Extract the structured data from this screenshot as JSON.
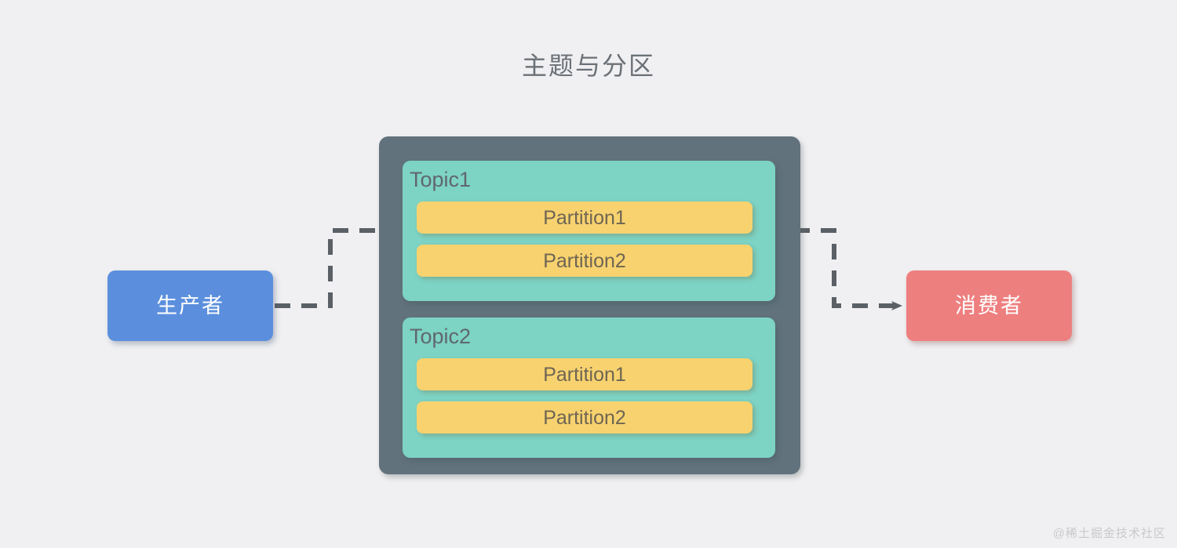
{
  "title": "主题与分区",
  "colors": {
    "background": "#f0f0f2",
    "broker": "#61727c",
    "topic": "#7dd3c4",
    "partition": "#f7d26f",
    "producer": "#5b8fdd",
    "consumer": "#ee7f7f",
    "connector": "#5a6066",
    "title_text": "#6b7177"
  },
  "broker": {
    "topics": [
      {
        "label": "Topic1",
        "partitions": [
          {
            "label": "Partition1"
          },
          {
            "label": "Partition2"
          }
        ]
      },
      {
        "label": "Topic2",
        "partitions": [
          {
            "label": "Partition1"
          },
          {
            "label": "Partition2"
          }
        ]
      }
    ]
  },
  "endpoints": {
    "producer": {
      "label": "生产者"
    },
    "consumer": {
      "label": "消费者"
    }
  },
  "connectors": [
    {
      "name": "producer-to-topic",
      "from": "生产者",
      "to": "Topic1 / Partition1",
      "style": "dashed",
      "arrowhead": false
    },
    {
      "name": "topic-to-consumer",
      "from": "Topic1 / Partition1",
      "to": "消费者",
      "style": "dashed",
      "arrowhead": true
    }
  ],
  "watermark": "@稀土掘金技术社区"
}
